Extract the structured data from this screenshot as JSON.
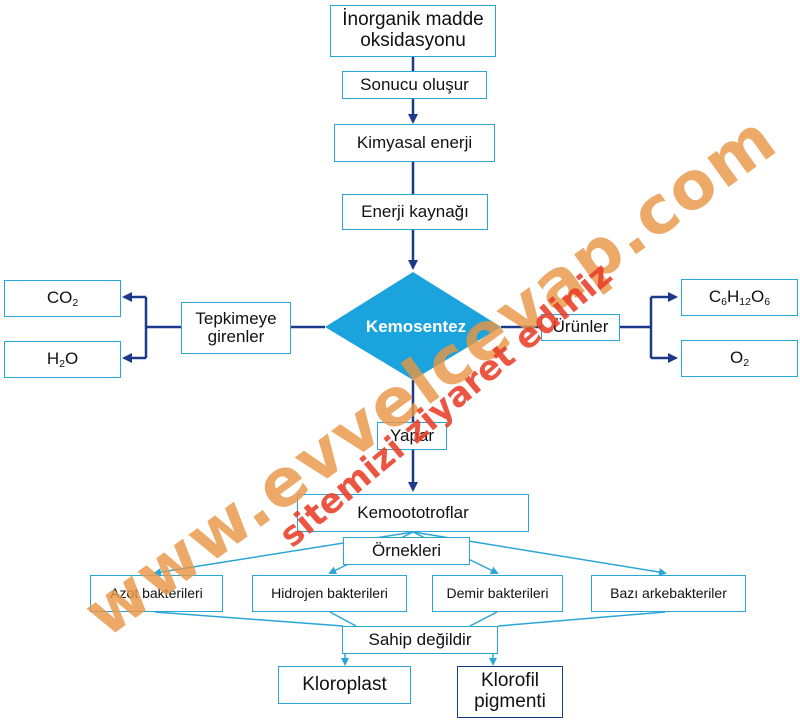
{
  "nodes": {
    "inorganic_oxidation": "İnorganik madde oksidasyonu",
    "result_forms": "Sonucu oluşur",
    "chemical_energy": "Kimyasal enerji",
    "energy_source": "Enerji kaynağı",
    "chemosynthesis": "Kemosentez",
    "reactants": "Tepkimeye girenler",
    "products": "Ürünler",
    "makes": "Yapar",
    "chemoautotrophs": "Kemoototroflar",
    "examples": "Örnekleri",
    "nitrogen_bacteria": "Azot bakterileri",
    "hydrogen_bacteria": "Hidrojen bakterileri",
    "iron_bacteria": "Demir bakterileri",
    "some_archaebacteria": "Bazı arkebakteriler",
    "do_not_have": "Sahip değildir",
    "chloroplast": "Kloroplast",
    "chlorophyll_pigment": "Klorofil pigmenti"
  },
  "formulas": {
    "co2": "CO2",
    "h2o": "H2O",
    "glucose": "C6H12O6",
    "o2": "O2"
  },
  "watermark": {
    "site": "www.evvelcevap.com",
    "tagline": "sitemizi ziyaret ediniz"
  },
  "colors": {
    "box_border": "#2aa6d6",
    "arrow": "#1d3a8a",
    "diamond": "#1aa3dc",
    "watermark_orange": "#e89646",
    "watermark_red": "#e83e28"
  }
}
